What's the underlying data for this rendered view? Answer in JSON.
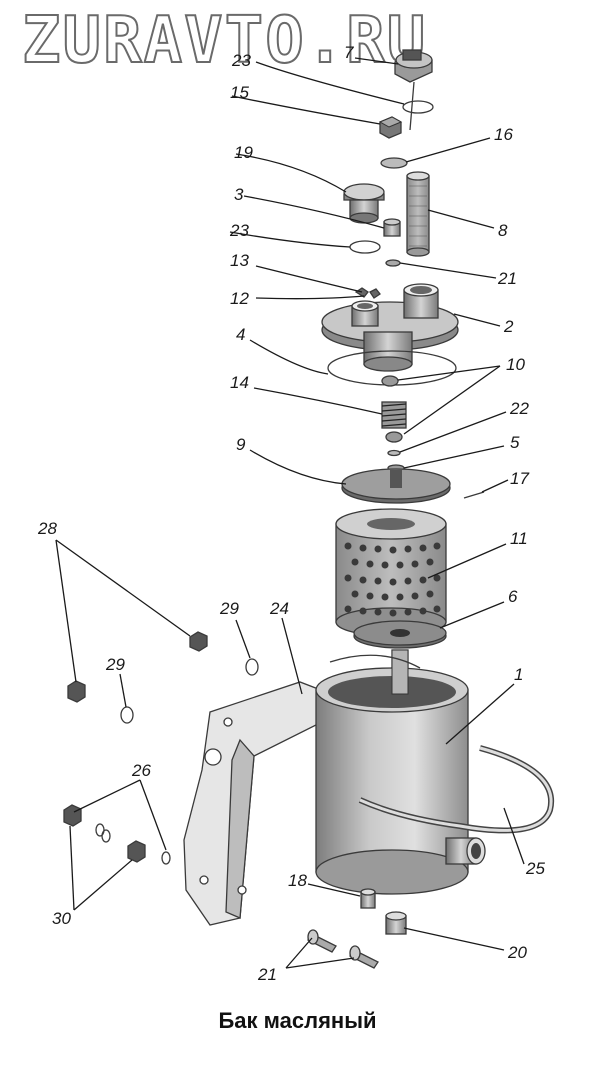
{
  "watermark": "ZURAVTO.RU",
  "caption": "Бак масляный",
  "callouts": {
    "c7": "7",
    "c23a": "23",
    "c15": "15",
    "c16": "16",
    "c19": "19",
    "c3": "3",
    "c8": "8",
    "c23b": "23",
    "c21a": "21",
    "c13": "13",
    "c12": "12",
    "c2": "2",
    "c4": "4",
    "c10": "10",
    "c14": "14",
    "c22": "22",
    "c9": "9",
    "c5": "5",
    "c17": "17",
    "c28": "28",
    "c11": "11",
    "c29a": "29",
    "c24": "24",
    "c6": "6",
    "c29b": "29",
    "c1": "1",
    "c26": "26",
    "c25": "25",
    "c18": "18",
    "c30": "30",
    "c20": "20",
    "c21b": "21"
  }
}
